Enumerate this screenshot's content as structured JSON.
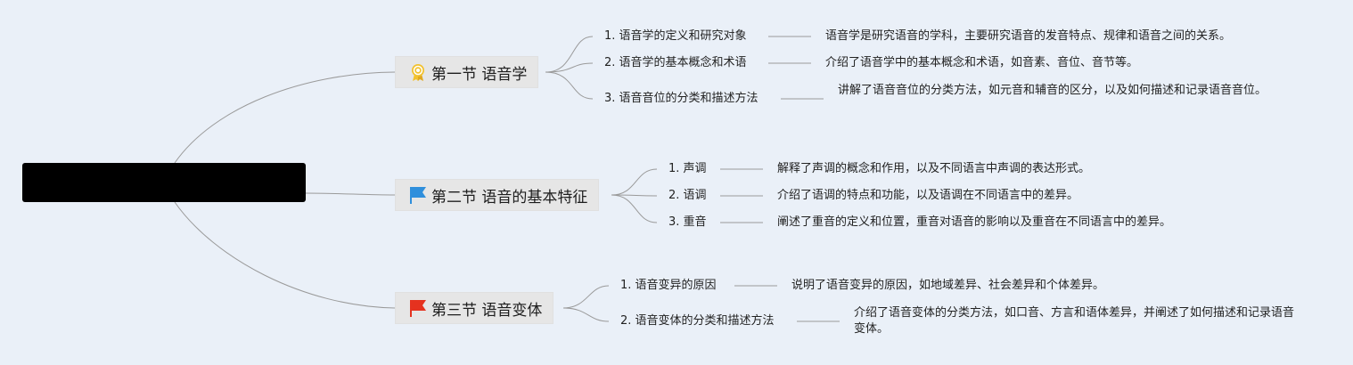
{
  "root": {
    "label": ""
  },
  "sections": [
    {
      "title": "第一节 语音学",
      "icon": "award-ribbon-icon",
      "children": [
        {
          "label": "1. 语音学的定义和研究对象",
          "desc": "语音学是研究语音的学科，主要研究语音的发音特点、规律和语音之间的关系。"
        },
        {
          "label": "2. 语音学的基本概念和术语",
          "desc": "介绍了语音学中的基本概念和术语，如音素、音位、音节等。"
        },
        {
          "label": "3. 语音音位的分类和描述方法",
          "desc": "讲解了语音音位的分类方法，如元音和辅音的区分，以及如何描述和记录语音音位。"
        }
      ]
    },
    {
      "title": "第二节 语音的基本特征",
      "icon": "blue-flag-icon",
      "children": [
        {
          "label": "1. 声调",
          "desc": "解释了声调的概念和作用，以及不同语言中声调的表达形式。"
        },
        {
          "label": "2. 语调",
          "desc": "介绍了语调的特点和功能，以及语调在不同语言中的差异。"
        },
        {
          "label": "3. 重音",
          "desc": "阐述了重音的定义和位置，重音对语音的影响以及重音在不同语言中的差异。"
        }
      ]
    },
    {
      "title": "第三节 语音变体",
      "icon": "red-flag-icon",
      "children": [
        {
          "label": "1. 语音变异的原因",
          "desc": "说明了语音变异的原因，如地域差异、社会差异和个体差异。"
        },
        {
          "label": "2. 语音变体的分类和描述方法",
          "desc": "介绍了语音变体的分类方法，如口音、方言和语体差异，并阐述了如何描述和记录语音变体。"
        }
      ]
    }
  ],
  "colors": {
    "background": "#eaf0f8",
    "node_fill": "#e6e6e6",
    "root_fill": "#000000",
    "link_stroke": "#9a9a9a",
    "award_icon": "#f2c230",
    "blue_flag": "#2f8fdc",
    "red_flag": "#e5321f"
  }
}
